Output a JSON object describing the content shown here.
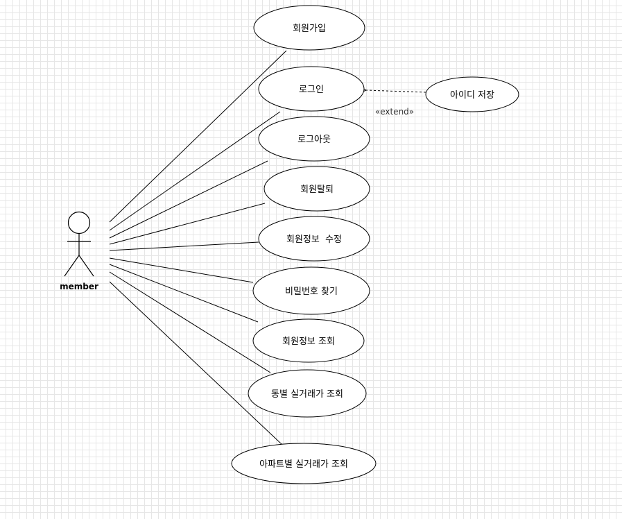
{
  "actor": {
    "name": "member"
  },
  "use_cases": {
    "signup": "회원가입",
    "login": "로그인",
    "logout": "로그아웃",
    "withdraw": "회원탈퇴",
    "edit_info": "회원정보  수정",
    "find_password": "비밀번호 찾기",
    "view_info": "회원정보 조회",
    "deal_by_dong": "동별 실거래가 조회",
    "deal_by_apt": "아파트별 실거래가 조회",
    "save_id": "아이디 저장"
  },
  "relations": {
    "extend_label": "«extend»"
  }
}
